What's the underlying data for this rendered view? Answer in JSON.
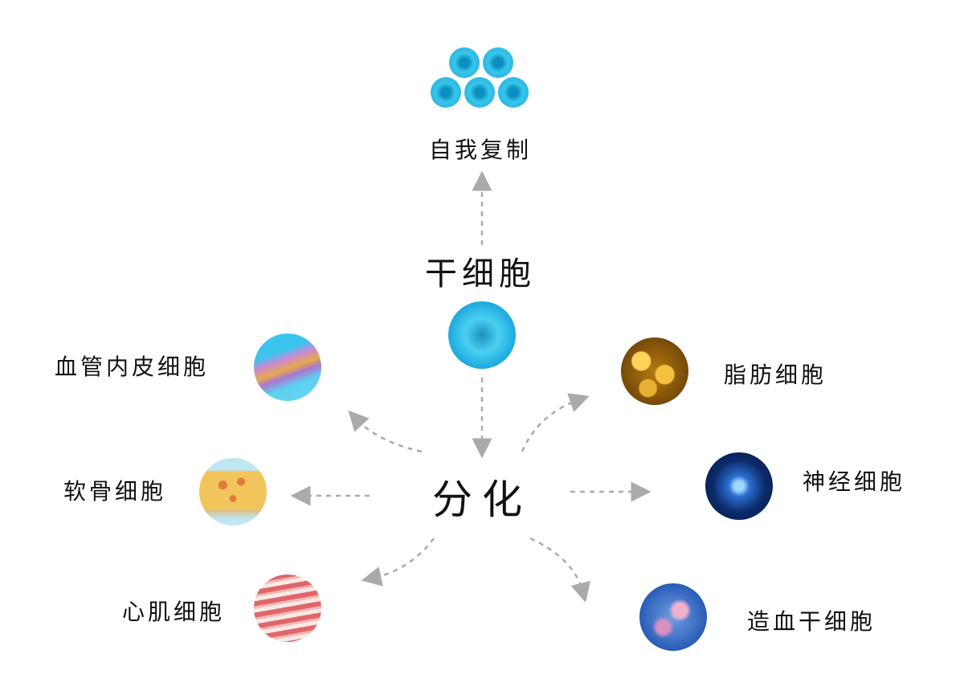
{
  "center": {
    "stem_cell": "干细胞",
    "differentiation": "分化"
  },
  "self_renewal": "自我复制",
  "cell_types": {
    "endothelial": "血管内皮细胞",
    "cartilage": "软骨细胞",
    "cardiac": "心肌细胞",
    "fat": "脂肪细胞",
    "nerve": "神经细胞",
    "hematopoietic": "造血干细胞"
  },
  "colors": {
    "arrow": "#aaaaaa",
    "stem": "#29b6dc"
  }
}
